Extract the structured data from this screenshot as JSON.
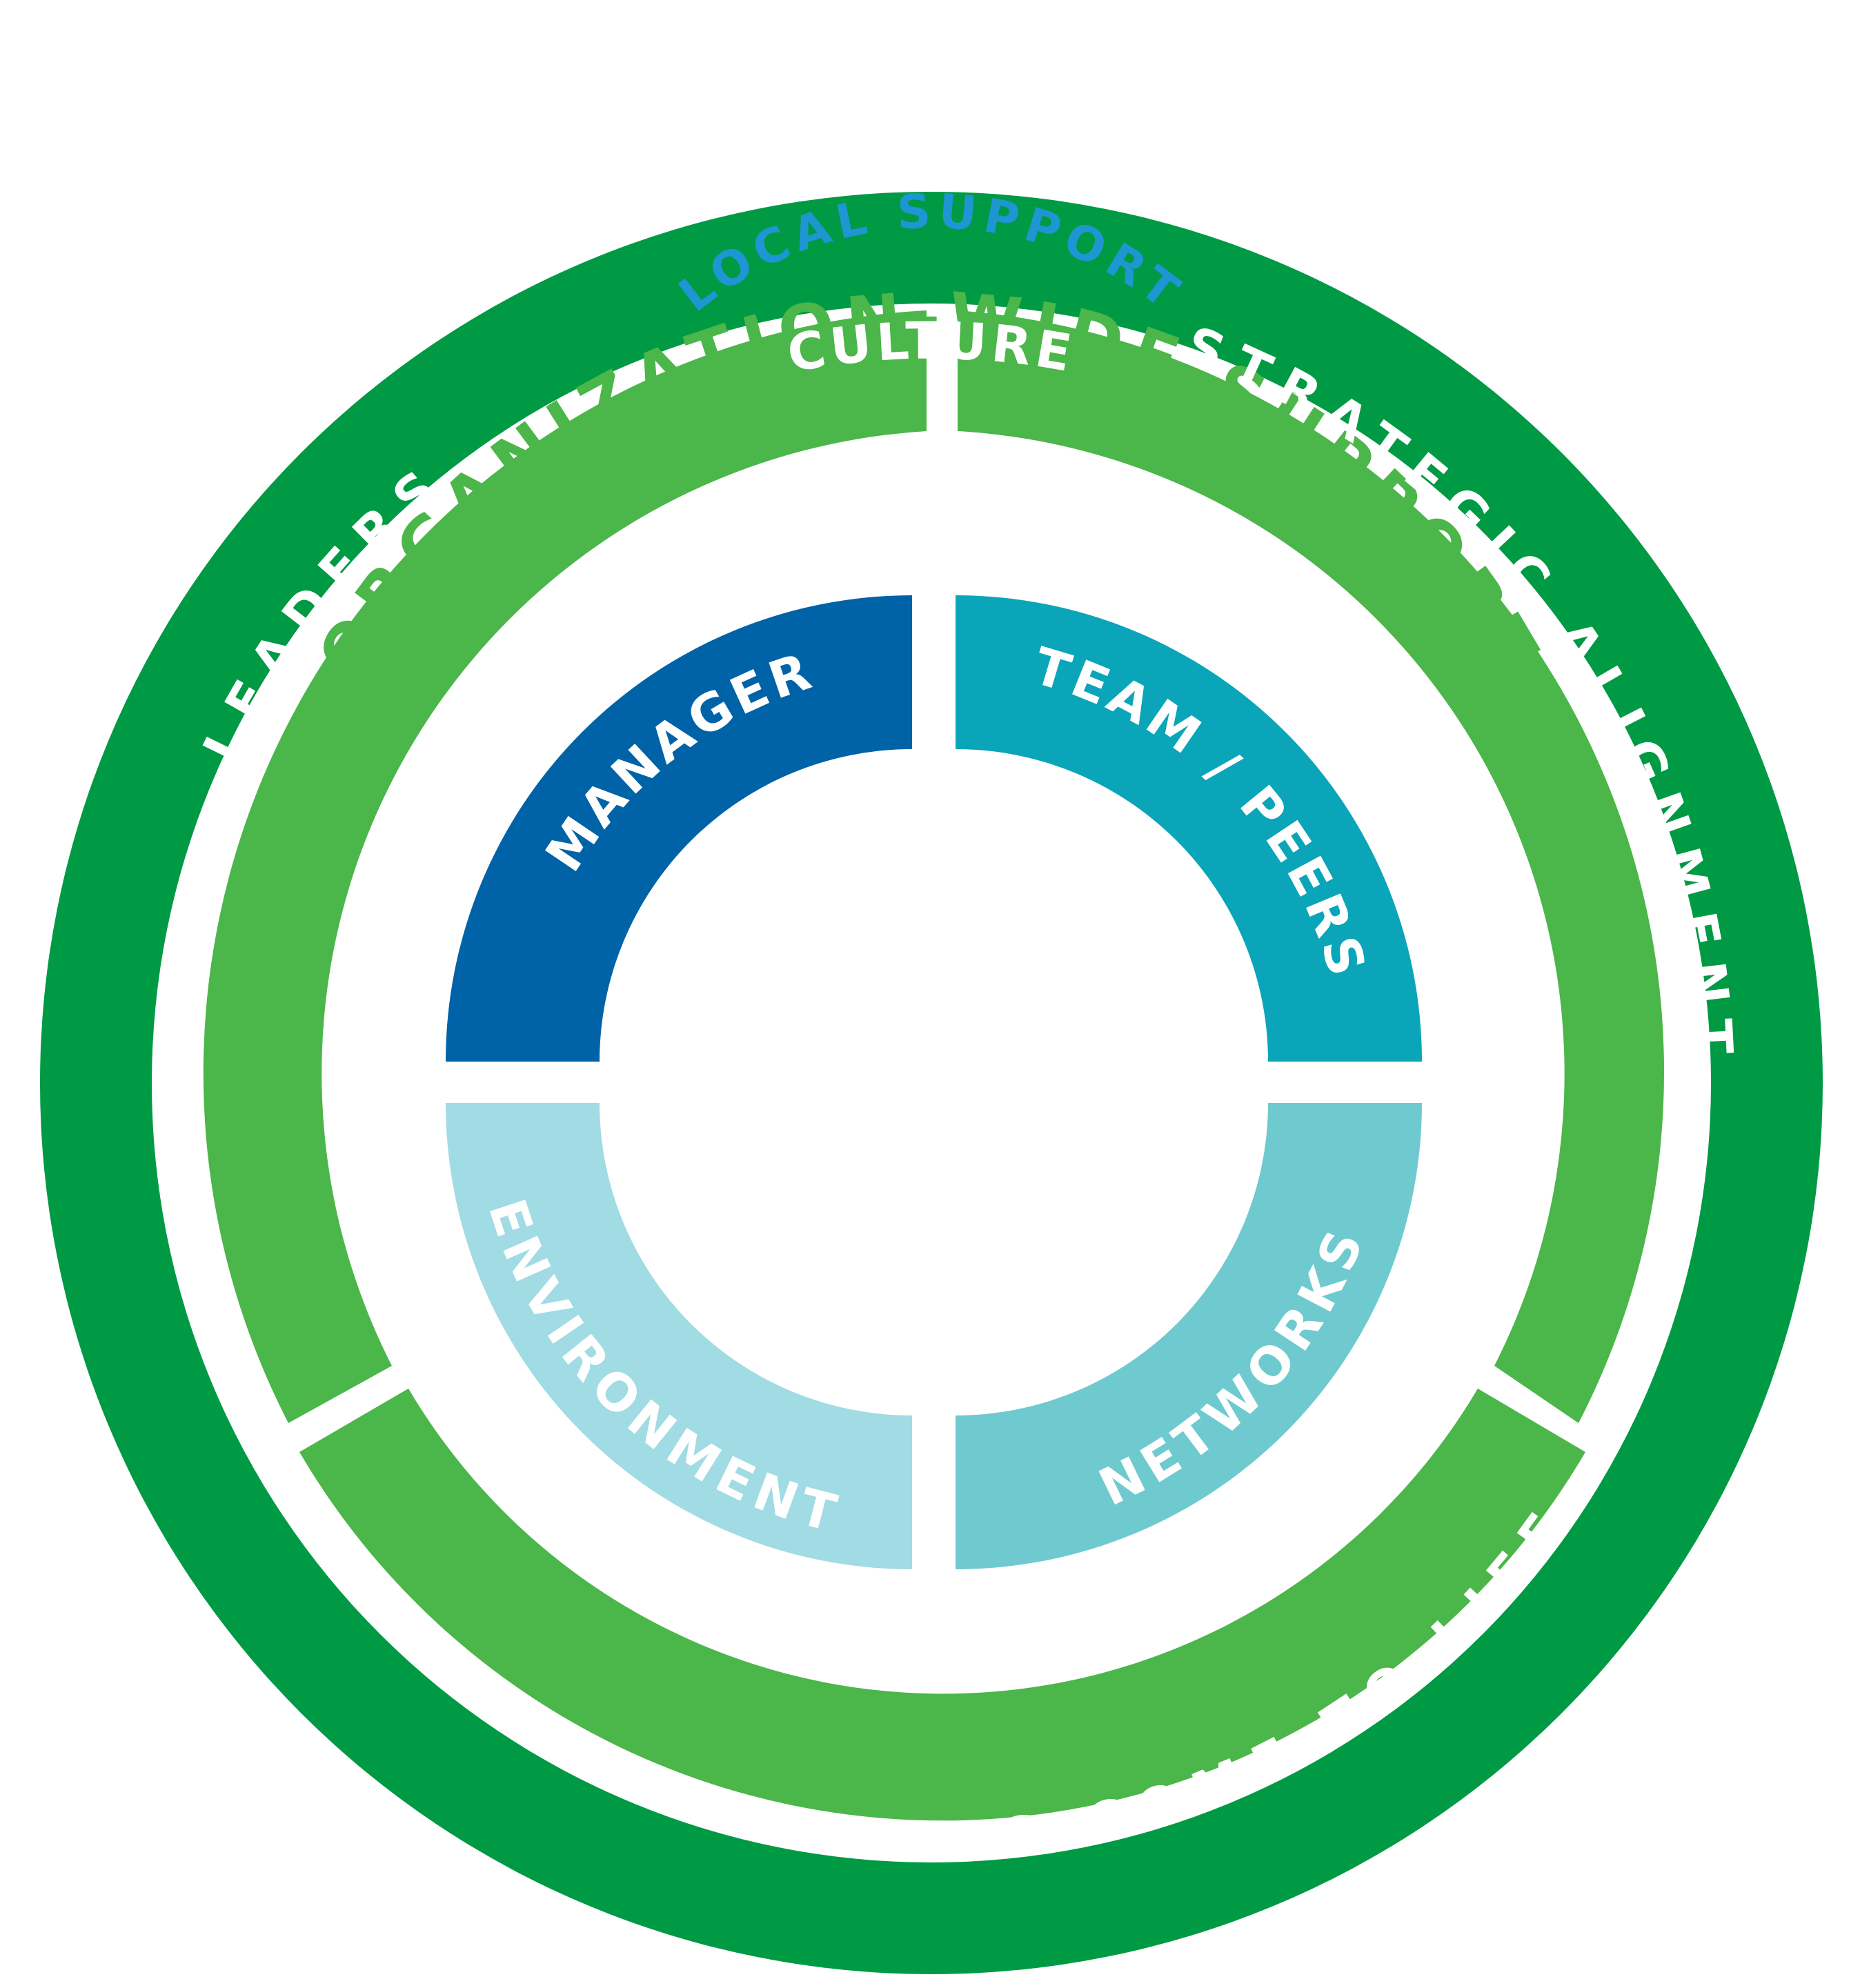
{
  "colors": {
    "culture_ring": "#009a44",
    "org_segment": "#4bb649",
    "org_title": "#4bb649",
    "local_title": "#1e96d2",
    "manager": "#0063a7",
    "team_peers": "#0aa5b8",
    "environment": "#a1dbe4",
    "networks": "#6fcacf",
    "label": "#ffffff"
  },
  "diagram": {
    "org_title": "ORGANIZATION-WIDE SUPPORT",
    "culture": "CULTURE",
    "org_segments": {
      "leaders": "LEADERS",
      "strategic": "STRATEGIC ALIGNMENT",
      "making": "MAKING WELL-BEING COME TO LIFE"
    },
    "local_title": "LOCAL SUPPORT",
    "local_segments": {
      "manager": "MANAGER",
      "team": "TEAM / PEERS",
      "environment": "ENVIRONMENT",
      "networks": "NETWORKS"
    }
  }
}
